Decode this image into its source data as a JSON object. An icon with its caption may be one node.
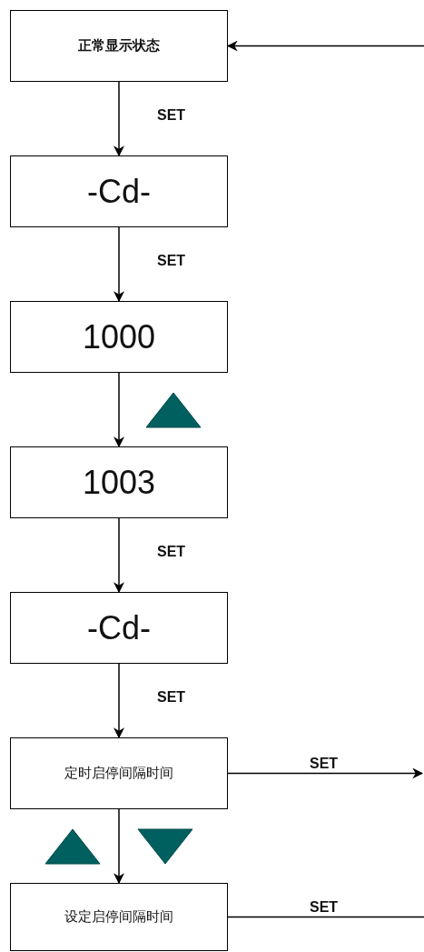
{
  "diagram": {
    "nodes": [
      {
        "text": [
          "正常显示状态"
        ]
      },
      {
        "text": [
          "-Cd-"
        ]
      },
      {
        "text": [
          "1000"
        ]
      },
      {
        "text": [
          "1003"
        ]
      },
      {
        "text": [
          "-Cd-"
        ]
      },
      {
        "text": [
          "定时启停间隔时间"
        ]
      },
      {
        "text": [
          "设定启停间隔时间"
        ]
      }
    ],
    "edges": [
      {
        "from": 0,
        "to": 1,
        "arrow": "to",
        "label": "SET"
      },
      {
        "from": 1,
        "to": 2,
        "arrow": "to",
        "label": "SET"
      },
      {
        "from": 2,
        "to": 3,
        "arrow": "to"
      },
      {
        "from": 3,
        "to": 4,
        "arrow": "to",
        "label": "SET"
      },
      {
        "from": 4,
        "to": 5,
        "arrow": "to",
        "label": "SET"
      },
      {
        "from": 5,
        "to": 6,
        "arrow": "to"
      },
      {
        "from": 5,
        "to": null,
        "arrow": "to",
        "label": "SET"
      },
      {
        "from": 6,
        "to": null,
        "arrow": "none",
        "label": "SET"
      },
      {
        "from": null,
        "to": 0,
        "arrow": "to"
      }
    ]
  }
}
